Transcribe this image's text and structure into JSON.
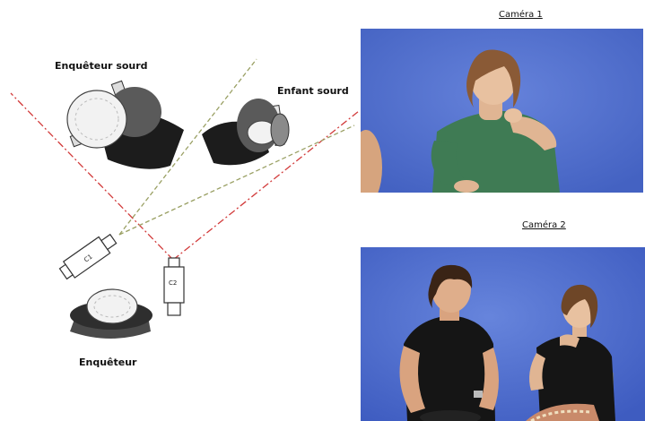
{
  "diagram": {
    "label_interviewer_deaf": "Enquêteur sourd",
    "label_child_deaf": "Enfant sourd",
    "label_interviewer": "Enquêteur",
    "camera_tag_1": "C1",
    "camera_tag_2": "C2"
  },
  "cameras": [
    {
      "title": "Caméra 1"
    },
    {
      "title": "Caméra 2"
    }
  ],
  "colors": {
    "sightline_red": "#d23b3b",
    "sightline_olive": "#9aa064",
    "backdrop_blue": "#4f6fd0"
  }
}
